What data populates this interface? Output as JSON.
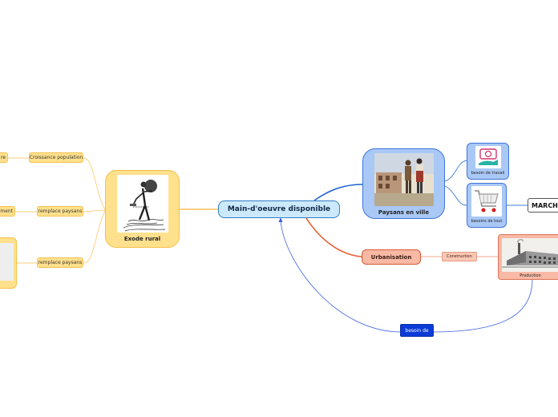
{
  "diagram": {
    "central": {
      "label": "Main-d'oeuvre disponible"
    },
    "exode": {
      "label": "Exode rural",
      "children": [
        {
          "label": "Croissance population"
        },
        {
          "label": "remplace paysans"
        },
        {
          "label": "remplace paysans"
        }
      ],
      "cut_labels": [
        "re",
        "ement"
      ]
    },
    "paysans": {
      "label": "Paysans en ville",
      "children": [
        {
          "label": "besoin de travail"
        },
        {
          "label": "besoins de tout"
        }
      ],
      "marche": "MARCH"
    },
    "urbanisation": {
      "label": "Urbanisation",
      "construction": "Construction",
      "production": "Production"
    },
    "relation": {
      "label": "besoin de"
    }
  },
  "colors": {
    "yellow_fill": "#ffe08c",
    "yellow_border": "#f3c14f",
    "blue_fill": "#a9c8f6",
    "blue_border": "#3f74d8",
    "central_fill": "#cce9fb",
    "salmon_fill": "#f8b9a5",
    "orange_line": "#ea5a2c",
    "relation_blue": "#0a3bd6"
  }
}
